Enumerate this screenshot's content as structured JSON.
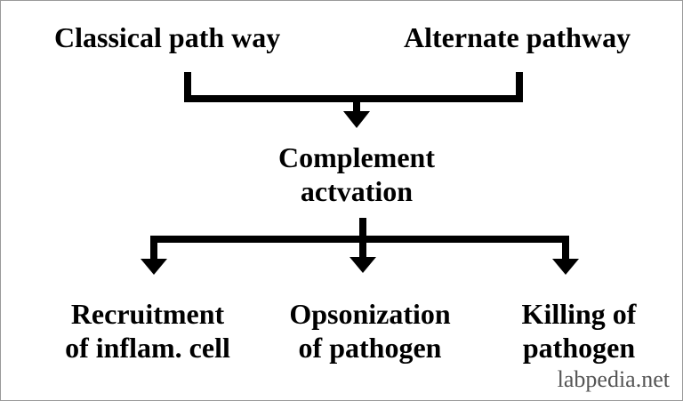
{
  "diagram": {
    "sources": {
      "classical": "Classical path way",
      "alternate": "Alternate pathway"
    },
    "center": {
      "line1": "Complement",
      "line2": "actvation"
    },
    "outcomes": {
      "recruitment": {
        "line1": "Recruitment",
        "line2": "of inflam. cell"
      },
      "opsonization": {
        "line1": "Opsonization",
        "line2": "of  pathogen"
      },
      "killing": {
        "line1": "Killing of",
        "line2": "pathogen"
      }
    }
  },
  "watermark": "labpedia.net",
  "colors": {
    "line": "#000000",
    "text": "#000000",
    "watermark": "#555555",
    "border": "#9a9a9a"
  }
}
